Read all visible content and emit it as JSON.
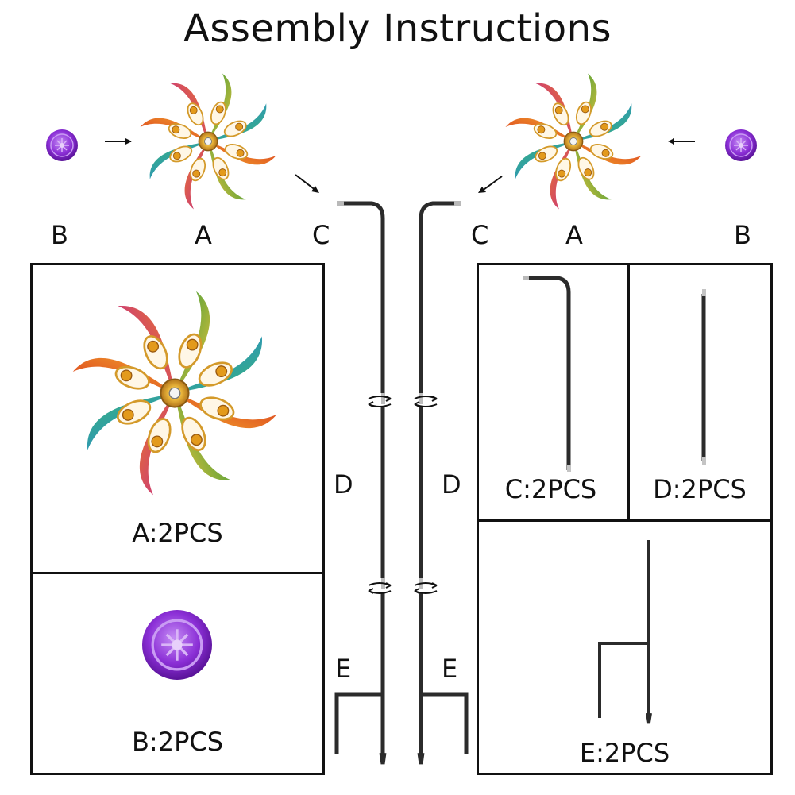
{
  "title": "Assembly Instructions",
  "labels": {
    "b": "B",
    "a": "A",
    "c": "C",
    "d": "D",
    "e": "E"
  },
  "parts": {
    "a_qty": "A:2PCS",
    "b_qty": "B:2PCS",
    "c_qty": "C:2PCS",
    "d_qty": "D:2PCS",
    "e_qty": "E:2PCS"
  },
  "colors": {
    "stake": "#2b2b2b",
    "disc": "#8b2fd6",
    "petals": [
      "#2f9a3c",
      "#d9341f",
      "#e8952a",
      "#2c8fc7",
      "#c42a8f",
      "#1aa0a8",
      "#e0502a",
      "#3aa845"
    ]
  }
}
